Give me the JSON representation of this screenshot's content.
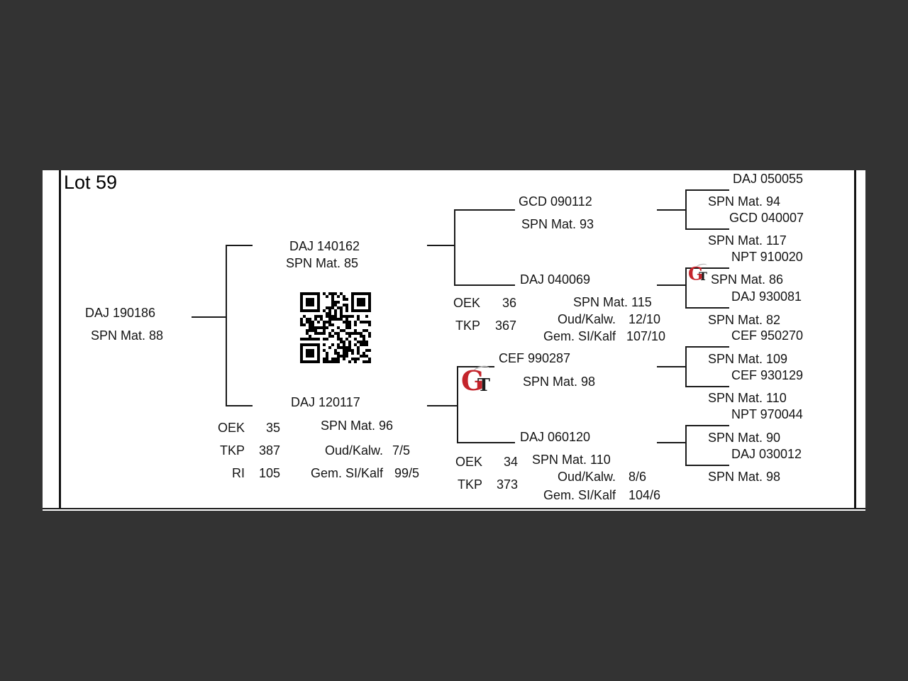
{
  "title": "Lot 59",
  "labels": {
    "oek": "OEK",
    "tkp": "TKP",
    "ri": "RI",
    "oud_kalw": "Oud/Kalw.",
    "gem_si_kalf": "Gem. SI/Kalf"
  },
  "pedigree": {
    "subject": {
      "id": "DAJ 190186",
      "mat": "SPN Mat. 88"
    },
    "sire": {
      "id": "DAJ 140162",
      "mat": "SPN Mat. 85"
    },
    "dam": {
      "id": "DAJ 120117",
      "mat": "SPN Mat. 96",
      "oek": "35",
      "tkp": "387",
      "ri": "105",
      "oud_kalw": "7/5",
      "gem_si_kalf": "99/5"
    },
    "sire_sire": {
      "id": "GCD 090112",
      "mat": "SPN Mat. 93"
    },
    "sire_dam": {
      "id": "DAJ 040069",
      "mat": "SPN Mat. 115",
      "oek": "36",
      "tkp": "367",
      "oud_kalw": "12/10",
      "gem_si_kalf": "107/10"
    },
    "dam_sire": {
      "id": "CEF 990287",
      "mat": "SPN Mat. 98"
    },
    "dam_dam": {
      "id": "DAJ 060120",
      "mat": "SPN Mat. 110",
      "oek": "34",
      "tkp": "373",
      "oud_kalw": "8/6",
      "gem_si_kalf": "104/6"
    },
    "gen4": [
      {
        "id": "DAJ 050055",
        "mat": "SPN Mat. 94"
      },
      {
        "id": "GCD 040007",
        "mat": "SPN Mat. 117"
      },
      {
        "id": "NPT 910020",
        "mat": "SPN Mat. 86"
      },
      {
        "id": "DAJ 930081",
        "mat": "SPN Mat. 82"
      },
      {
        "id": "CEF 950270",
        "mat": "SPN Mat. 109"
      },
      {
        "id": "CEF 930129",
        "mat": "SPN Mat. 110"
      },
      {
        "id": "NPT 970044",
        "mat": "SPN Mat. 90"
      },
      {
        "id": "DAJ 030012",
        "mat": "SPN Mat. 98"
      }
    ]
  },
  "icons": {
    "qr_code": "qr-code",
    "gt_logo_g": "G",
    "gt_logo_t": "T"
  },
  "colors": {
    "background": "#333333",
    "page": "#ffffff",
    "text": "#141414",
    "line": "#1a1a1a",
    "gt_red": "#c4242b"
  }
}
